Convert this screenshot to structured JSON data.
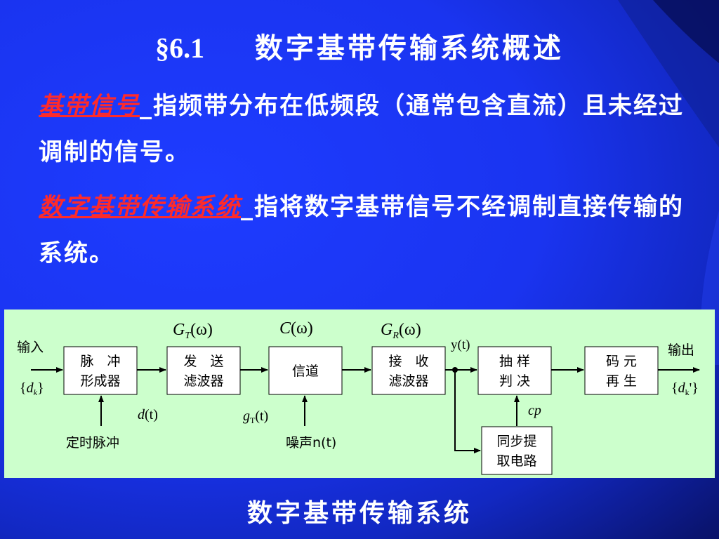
{
  "slide": {
    "title_section": "§6.1",
    "title_text": "数字基带传输系统概述",
    "para1": {
      "term": "基带信号",
      "blank": "_",
      "text": "指频带分布在低频段（通常包含直流）且未经过调制的信号。"
    },
    "para2": {
      "term": "数字基带传输系统",
      "blank": "_",
      "text": "指将数字基带信号不经调制直接传输的系统。"
    },
    "caption": "数字基带传输系统"
  },
  "diagram": {
    "blocks": {
      "pulse_former": [
        "脉　冲",
        "形成器"
      ],
      "transmit_filter": [
        "发　送",
        "滤波器"
      ],
      "channel": [
        "信道"
      ],
      "receive_filter": [
        "接　收",
        "滤波器"
      ],
      "sampler": [
        "抽 样",
        "判 决"
      ],
      "regenerator": [
        "码 元",
        "再 生"
      ],
      "sync_extract": [
        "同步提",
        "取电路"
      ]
    },
    "labels": {
      "input": "输入",
      "output": "输出",
      "input_seq_open": "{",
      "input_seq_var": "d",
      "input_seq_sub": "k",
      "input_seq_close": "}",
      "output_seq_open": "{",
      "output_seq_var": "d",
      "output_seq_sub": "k",
      "output_seq_prime": "'",
      "output_seq_close": "}",
      "timing_pulse": "定时脉冲",
      "noise": "噪声n(t)",
      "d_t_var": "d",
      "d_t_arg": "(t)",
      "g_t_var": "g",
      "g_t_sub": "T",
      "g_t_arg": "(t)",
      "y_t": "y(t)",
      "cp": "cp",
      "GT_var": "G",
      "GT_sub": "T",
      "GT_arg": "(ω)",
      "C_var": "C",
      "C_arg": "(ω)",
      "GR_var": "G",
      "GR_sub": "R",
      "GR_arg": "(ω)"
    }
  },
  "colors": {
    "background": "#1a34f0",
    "term_red": "#ff2a2a",
    "panel_green": "#ccffcc"
  }
}
